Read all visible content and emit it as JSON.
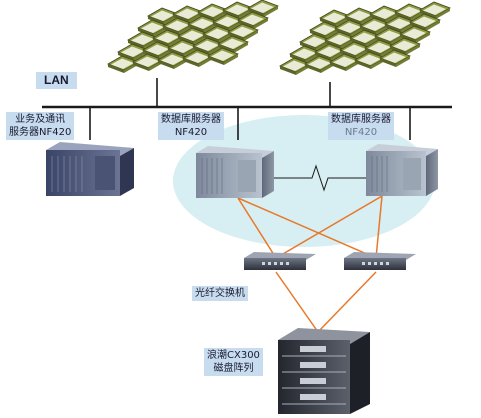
{
  "network_label": "LAN",
  "servers": {
    "business": {
      "line1": "业务及通讯",
      "line2": "服务器NF420"
    },
    "db_left": {
      "line1": "数据库服务器",
      "line2": "NF420"
    },
    "db_right": {
      "line1": "数据库服务器",
      "line2": "NF420"
    }
  },
  "switch_label": "光纤交换机",
  "storage_label": {
    "line1": "浪潮CX300",
    "line2": "磁盘阵列"
  },
  "colors": {
    "fiber": "#e8782a",
    "cluster": "#d7eef2",
    "bus": "#1a1a1a",
    "label_bg": "#c8dcf0"
  },
  "icons": [
    "client-pc-icon",
    "server-tower-icon",
    "fiber-switch-icon",
    "disk-array-icon",
    "heartbeat-link-icon"
  ]
}
